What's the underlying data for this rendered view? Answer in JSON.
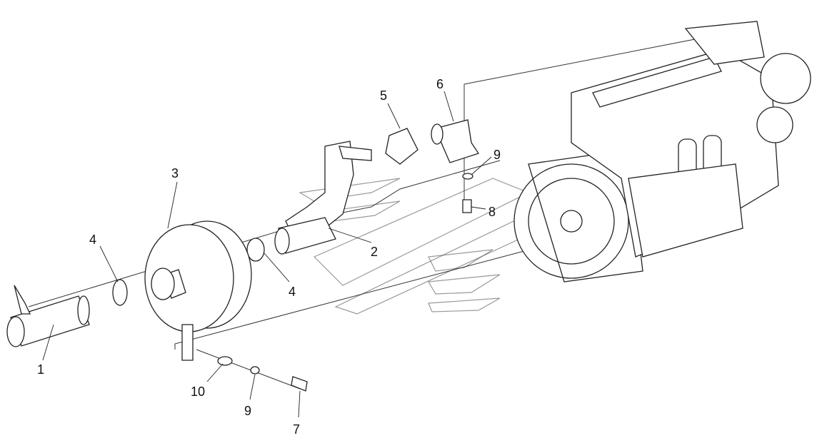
{
  "diagram": {
    "callouts": [
      {
        "id": "c1",
        "text": "1"
      },
      {
        "id": "c2",
        "text": "2"
      },
      {
        "id": "c3",
        "text": "3"
      },
      {
        "id": "c4a",
        "text": "4"
      },
      {
        "id": "c4b",
        "text": "4"
      },
      {
        "id": "c5",
        "text": "5"
      },
      {
        "id": "c6",
        "text": "6"
      },
      {
        "id": "c7",
        "text": "7"
      },
      {
        "id": "c8",
        "text": "8"
      },
      {
        "id": "c9a",
        "text": "9"
      },
      {
        "id": "c9b",
        "text": "9"
      },
      {
        "id": "c10",
        "text": "10"
      }
    ]
  }
}
